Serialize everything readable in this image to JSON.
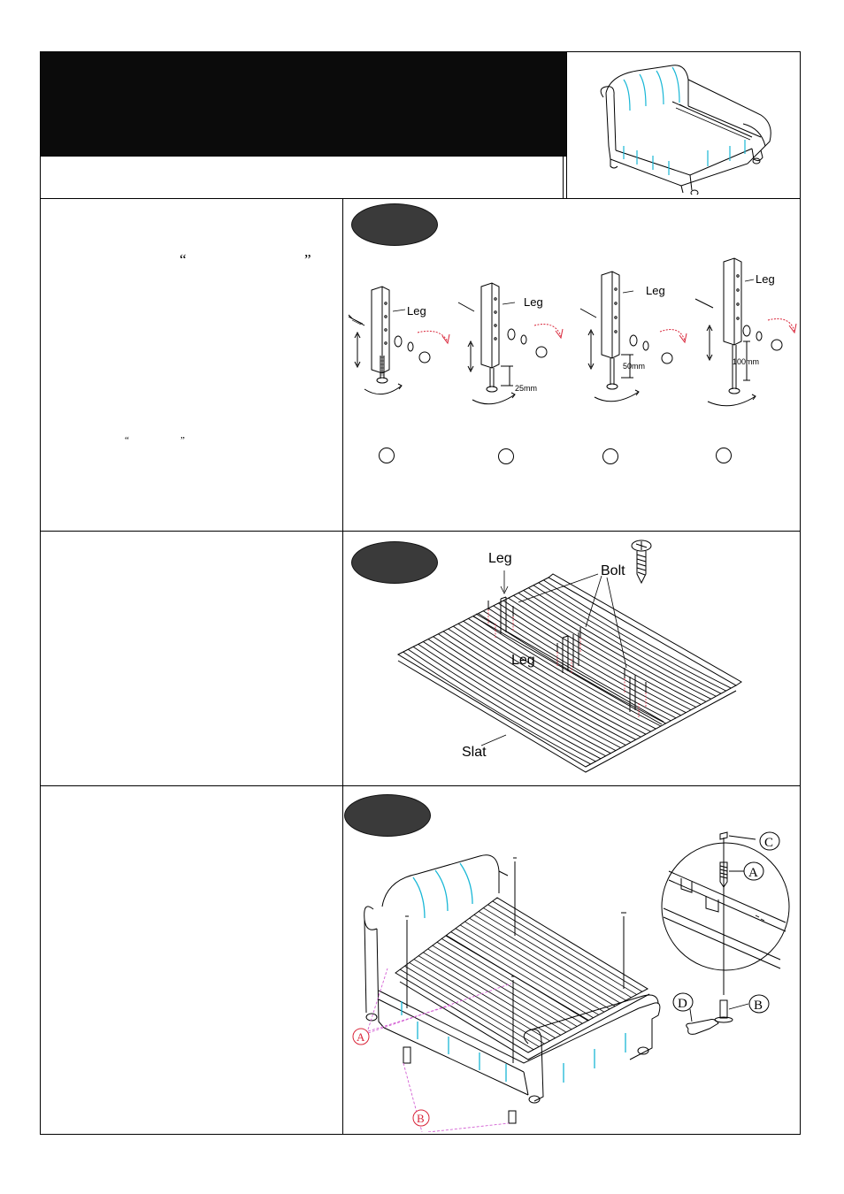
{
  "quotes": {
    "step1_open": "“",
    "step1_close": "”",
    "step1_open2": "“",
    "step1_close2": "”"
  },
  "step1": {
    "leg_label": "Leg",
    "dim_1": "25mm",
    "dim_2": "50mm",
    "dim_3": "100mm"
  },
  "step2": {
    "leg_label_top": "Leg",
    "leg_label_mid": "Leg",
    "bolt_label": "Bolt",
    "slat_label": "Slat"
  },
  "step3": {
    "callout_a": "A",
    "callout_b": "B",
    "callout_c": "C",
    "callout_d": "D"
  },
  "colors": {
    "title_bar": "#0b0b0b",
    "step_oval": "#3a3a3a",
    "accent_cyan": "#19b7d6",
    "callout_red": "#d9263a",
    "callout_magenta": "#d35fd3"
  }
}
